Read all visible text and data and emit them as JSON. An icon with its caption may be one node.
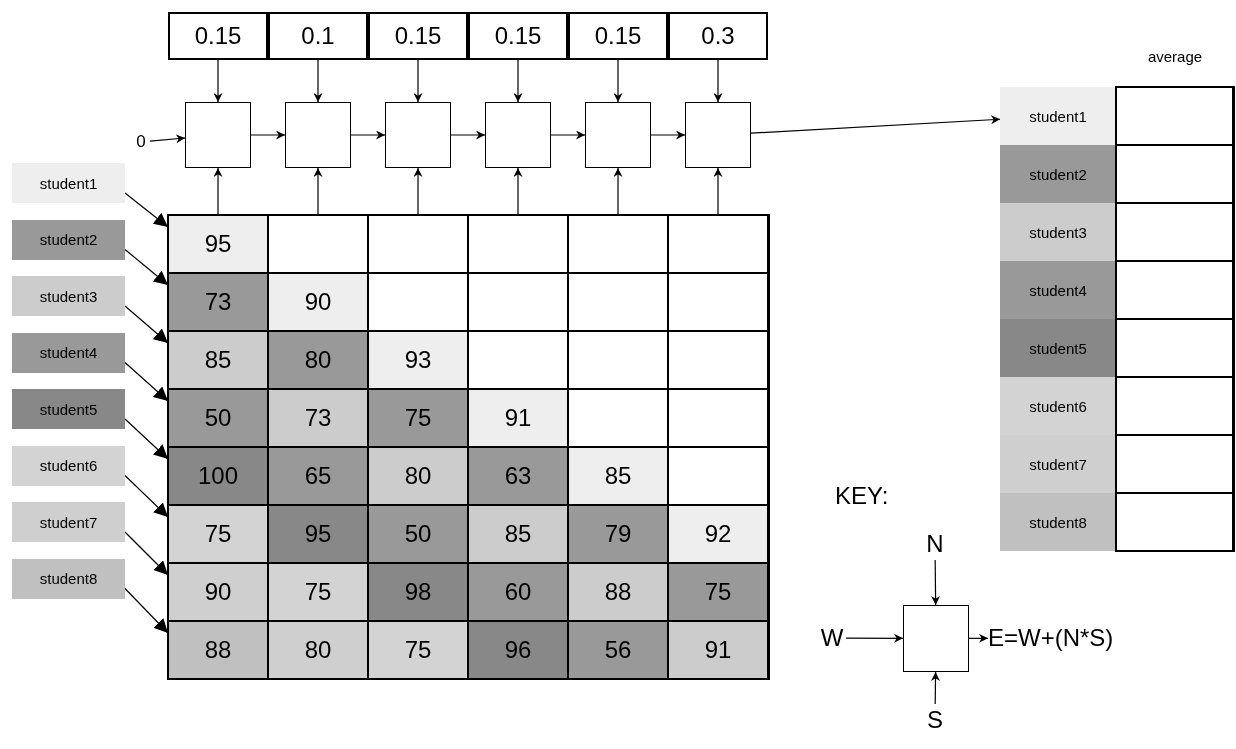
{
  "diagram": {
    "nodes": [
      {
        "text": [
          "0.15"
        ]
      },
      {
        "text": [
          "0.1"
        ]
      },
      {
        "text": [
          "0.15"
        ]
      },
      {
        "text": [
          "0.15"
        ]
      },
      {
        "text": [
          "0.15"
        ]
      },
      {
        "text": [
          "0.3"
        ]
      },
      {
        "text": [
          "0"
        ]
      },
      {
        "text": [],
        "shape": "box"
      },
      {
        "text": [],
        "shape": "box"
      },
      {
        "text": [],
        "shape": "box"
      },
      {
        "text": [],
        "shape": "box"
      },
      {
        "text": [],
        "shape": "box"
      },
      {
        "text": [],
        "shape": "box"
      },
      {
        "text": [
          "student1"
        ]
      },
      {
        "text": [
          "student2"
        ]
      },
      {
        "text": [
          "student3"
        ]
      },
      {
        "text": [
          "student4"
        ]
      },
      {
        "text": [
          "student5"
        ]
      },
      {
        "text": [
          "student6"
        ]
      },
      {
        "text": [
          "student7"
        ]
      },
      {
        "text": [
          "student8"
        ]
      },
      {
        "text": [
          "95"
        ]
      },
      {
        "text": [],
        "shape": "box"
      },
      {
        "text": [],
        "shape": "box"
      },
      {
        "text": [],
        "shape": "box"
      },
      {
        "text": [],
        "shape": "box"
      },
      {
        "text": [],
        "shape": "box"
      },
      {
        "text": [
          "73"
        ]
      },
      {
        "text": [
          "90"
        ]
      },
      {
        "text": [],
        "shape": "box"
      },
      {
        "text": [],
        "shape": "box"
      },
      {
        "text": [],
        "shape": "box"
      },
      {
        "text": [],
        "shape": "box"
      },
      {
        "text": [
          "85"
        ]
      },
      {
        "text": [
          "80"
        ]
      },
      {
        "text": [
          "93"
        ]
      },
      {
        "text": [],
        "shape": "box"
      },
      {
        "text": [],
        "shape": "box"
      },
      {
        "text": [],
        "shape": "box"
      },
      {
        "text": [
          "50"
        ]
      },
      {
        "text": [
          "73"
        ]
      },
      {
        "text": [
          "75"
        ]
      },
      {
        "text": [
          "91"
        ]
      },
      {
        "text": [],
        "shape": "box"
      },
      {
        "text": [],
        "shape": "box"
      },
      {
        "text": [
          "100"
        ]
      },
      {
        "text": [
          "65"
        ]
      },
      {
        "text": [
          "80"
        ]
      },
      {
        "text": [
          "63"
        ]
      },
      {
        "text": [
          "85"
        ]
      },
      {
        "text": [],
        "shape": "box"
      },
      {
        "text": [
          "75"
        ]
      },
      {
        "text": [
          "95"
        ]
      },
      {
        "text": [
          "50"
        ]
      },
      {
        "text": [
          "85"
        ]
      },
      {
        "text": [
          "79"
        ]
      },
      {
        "text": [
          "92"
        ]
      },
      {
        "text": [
          "90"
        ]
      },
      {
        "text": [
          "75"
        ]
      },
      {
        "text": [
          "98"
        ]
      },
      {
        "text": [
          "60"
        ]
      },
      {
        "text": [
          "88"
        ]
      },
      {
        "text": [
          "75"
        ]
      },
      {
        "text": [
          "88"
        ]
      },
      {
        "text": [
          "80"
        ]
      },
      {
        "text": [
          "75"
        ]
      },
      {
        "text": [
          "96"
        ]
      },
      {
        "text": [
          "56"
        ]
      },
      {
        "text": [
          "91"
        ]
      },
      {
        "text": [
          "student1"
        ]
      },
      {
        "text": [],
        "shape": "box"
      },
      {
        "text": [
          "student2"
        ]
      },
      {
        "text": [],
        "shape": "box"
      },
      {
        "text": [
          "student3"
        ]
      },
      {
        "text": [],
        "shape": "box"
      },
      {
        "text": [
          "student4"
        ]
      },
      {
        "text": [],
        "shape": "box"
      },
      {
        "text": [
          "student5"
        ]
      },
      {
        "text": [],
        "shape": "box"
      },
      {
        "text": [
          "student6"
        ]
      },
      {
        "text": [],
        "shape": "box"
      },
      {
        "text": [
          "student7"
        ]
      },
      {
        "text": [],
        "shape": "box"
      },
      {
        "text": [
          "student8"
        ]
      },
      {
        "text": [],
        "shape": "box"
      },
      {
        "text": [
          "N"
        ]
      },
      {
        "text": [
          "W"
        ]
      },
      {
        "text": [],
        "shape": "box"
      },
      {
        "text": [
          "E=W+(N*S)"
        ]
      },
      {
        "text": [
          "S"
        ]
      }
    ],
    "edges": [
      {
        "from": 0,
        "to": 7,
        "arrow": "to"
      },
      {
        "from": 1,
        "to": 8,
        "arrow": "to"
      },
      {
        "from": 2,
        "to": 9,
        "arrow": "to"
      },
      {
        "from": 3,
        "to": 10,
        "arrow": "to"
      },
      {
        "from": 4,
        "to": 11,
        "arrow": "to"
      },
      {
        "from": 5,
        "to": 12,
        "arrow": "to"
      },
      {
        "from": 6,
        "to": 7,
        "arrow": "to"
      },
      {
        "from": 7,
        "to": 8,
        "arrow": "to"
      },
      {
        "from": 8,
        "to": 9,
        "arrow": "to"
      },
      {
        "from": 9,
        "to": 10,
        "arrow": "to"
      },
      {
        "from": 10,
        "to": 11,
        "arrow": "to"
      },
      {
        "from": 11,
        "to": 12,
        "arrow": "to"
      },
      {
        "from": 12,
        "to": 69,
        "arrow": "to"
      },
      {
        "from": 21,
        "to": 7,
        "arrow": "to"
      },
      {
        "from": 22,
        "to": 8,
        "arrow": "to"
      },
      {
        "from": 23,
        "to": 9,
        "arrow": "to"
      },
      {
        "from": 24,
        "to": 10,
        "arrow": "to"
      },
      {
        "from": 25,
        "to": 11,
        "arrow": "to"
      },
      {
        "from": 26,
        "to": 12,
        "arrow": "to"
      },
      {
        "from": 13,
        "to": 21,
        "arrow": "to"
      },
      {
        "from": 14,
        "to": 27,
        "arrow": "to"
      },
      {
        "from": 15,
        "to": 33,
        "arrow": "to"
      },
      {
        "from": 16,
        "to": 39,
        "arrow": "to"
      },
      {
        "from": 17,
        "to": 45,
        "arrow": "to"
      },
      {
        "from": 18,
        "to": 51,
        "arrow": "to"
      },
      {
        "from": 19,
        "to": 57,
        "arrow": "to"
      },
      {
        "from": 20,
        "to": 63,
        "arrow": "to"
      },
      {
        "from": 85,
        "to": 87,
        "arrow": "to"
      },
      {
        "from": 86,
        "to": 87,
        "arrow": "to"
      },
      {
        "from": 89,
        "to": 87,
        "arrow": "to"
      },
      {
        "from": 87,
        "to": 88,
        "arrow": "to"
      }
    ],
    "labels": [
      "average",
      "KEY:"
    ]
  }
}
